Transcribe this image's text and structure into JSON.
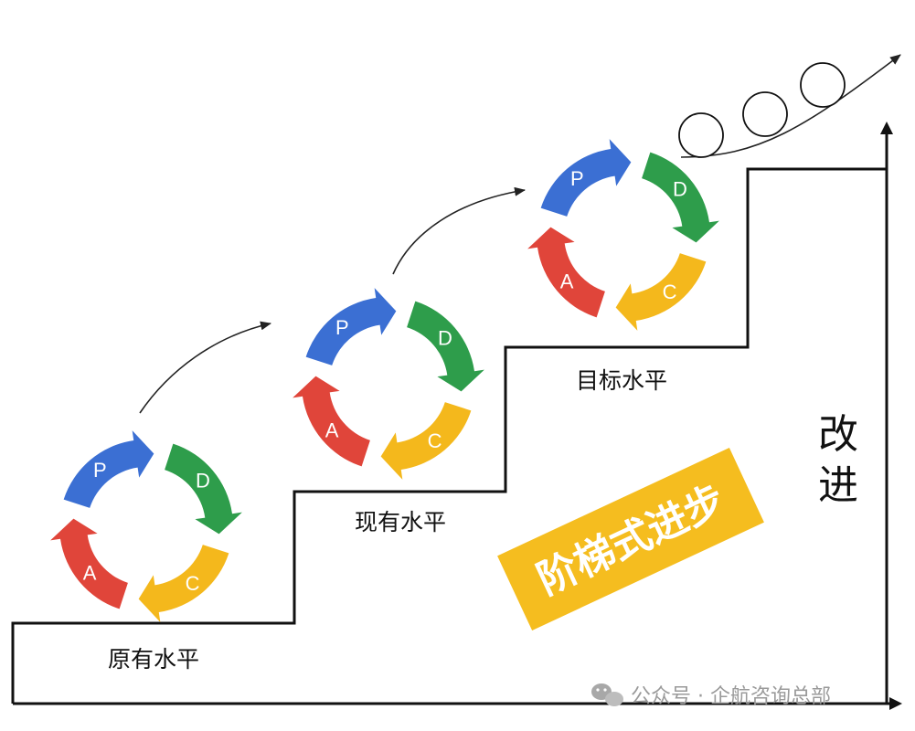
{
  "levels": [
    {
      "label": "原有水平"
    },
    {
      "label": "现有水平"
    },
    {
      "label": "目标水平"
    }
  ],
  "pdca": {
    "P": {
      "letter": "P",
      "color": "#3b6fd3"
    },
    "D": {
      "letter": "D",
      "color": "#2e9d4b"
    },
    "C": {
      "letter": "C",
      "color": "#f4b81c"
    },
    "A": {
      "letter": "A",
      "color": "#e0453a"
    }
  },
  "banner": {
    "text": "阶梯式进步",
    "color": "#f5bd1f"
  },
  "improve_label": "改进",
  "watermark": {
    "text": "公众号 · 企航咨询总部"
  },
  "colors": {
    "line": "#111111",
    "arrow": "#222222"
  }
}
